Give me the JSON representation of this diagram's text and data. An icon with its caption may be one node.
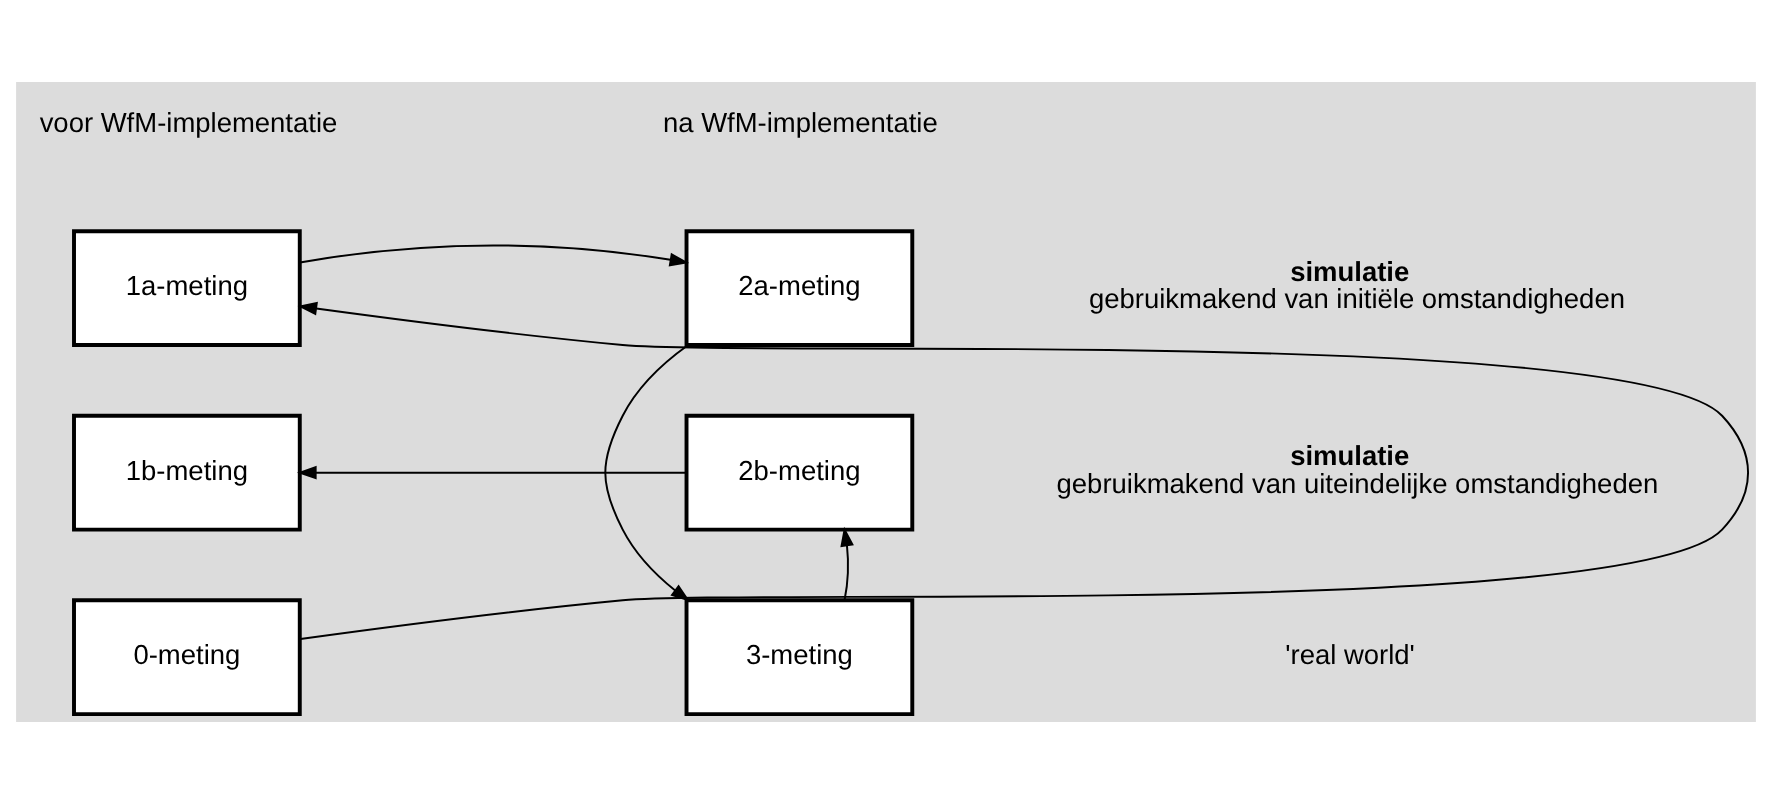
{
  "diagram": {
    "nodes": [
      {
        "text": [
          "1a-meting"
        ]
      },
      {
        "text": [
          "2a-meting"
        ]
      },
      {
        "text": [
          "1b-meting"
        ]
      },
      {
        "text": [
          "2b-meting"
        ]
      },
      {
        "text": [
          "0-meting"
        ]
      },
      {
        "text": [
          "3-meting"
        ]
      }
    ],
    "edges": [
      {
        "from": 0,
        "to": 1,
        "arrow": "to"
      },
      {
        "from": 1,
        "to": 5,
        "arrow": "to"
      },
      {
        "from": 3,
        "to": 2,
        "arrow": "to"
      },
      {
        "from": 4,
        "to": 0,
        "arrow": "to"
      },
      {
        "from": 5,
        "to": 3,
        "arrow": "to"
      }
    ],
    "labels": [
      "voor WfM-implementatie",
      "na WfM-implementatie",
      "**simulatie** gebruikmakend van initiële omstandigheden",
      "**simulatie** gebruikmakend van uiteindelijke omstandigheden",
      "'real world'"
    ]
  }
}
